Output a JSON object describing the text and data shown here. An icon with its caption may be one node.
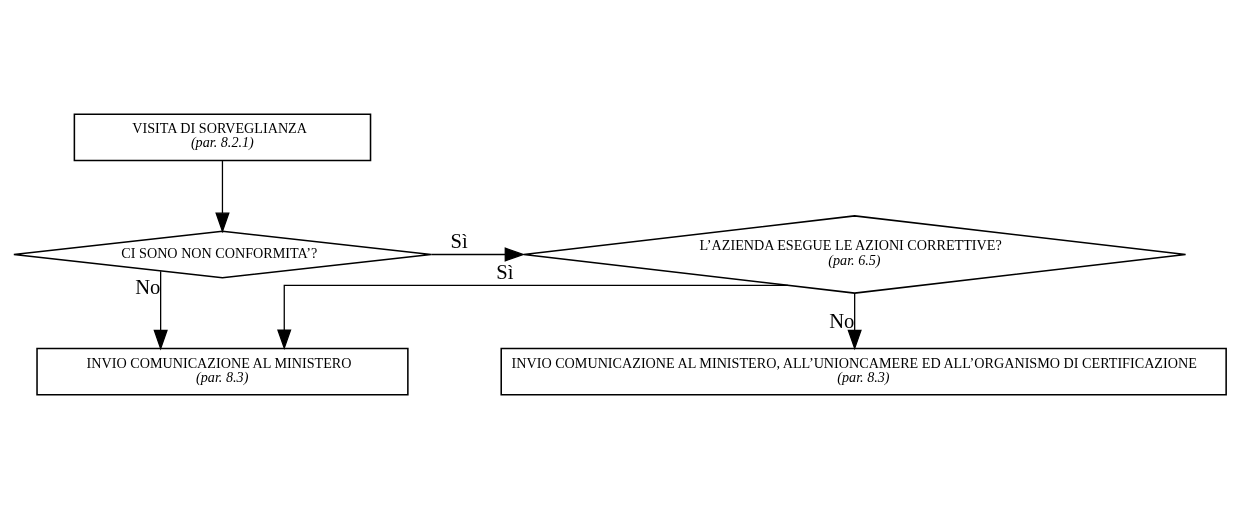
{
  "diagram": {
    "nodes": [
      {
        "text": [
          "VISITA DI SORVEGLIANZA",
          "(par. 8.2.1)"
        ]
      },
      {
        "text": [
          "CI SONO NON CONFORMITA’?"
        ]
      },
      {
        "text": [
          "L’AZIENDA ESEGUE LE AZIONI CORRETTIVE?",
          "(par. 6.5)"
        ]
      },
      {
        "text": [
          "INVIO COMUNICAZIONE AL MINISTERO",
          "(par. 8.3)"
        ]
      },
      {
        "text": [
          "INVIO COMUNICAZIONE AL MINISTERO, ALL’UNIONCAMERE ED ALL’ORGANISMO DI CERTIFICAZIONE",
          "(par. 8.3)"
        ]
      }
    ],
    "edges": [
      {
        "from": 0,
        "to": 1,
        "arrow": "to"
      },
      {
        "from": 1,
        "to": 2,
        "arrow": "to",
        "label": "Sì"
      },
      {
        "from": 1,
        "to": 3,
        "arrow": "to",
        "label": "No"
      },
      {
        "from": 2,
        "to": 4,
        "arrow": "to",
        "label": "No"
      },
      {
        "from": 2,
        "to": 3,
        "arrow": "to",
        "label": "Sì"
      }
    ]
  }
}
